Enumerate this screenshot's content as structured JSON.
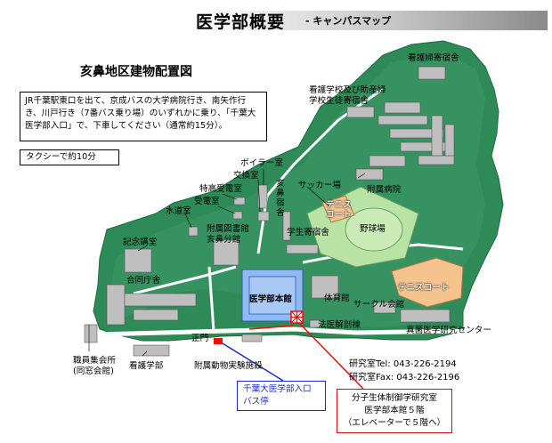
{
  "header": {
    "title": "医学部概要",
    "subtitle": "- キャンパスマップ"
  },
  "map": {
    "title": "亥鼻地区建物配置図",
    "access_text": "JR千葉駅東口を出て、京成バスの大学病院行き、南矢作行き、川戸行き（7番バス乗り場）のいずれかに乗り、「千葉大医学部入口」で、下車してください（通常約15分）。",
    "taxi_text": "タクシーで約10分",
    "colors": {
      "campus_fill": "#2e8b57",
      "field_fill": "#b9e3a5",
      "tennis_fill": "#f4c38e",
      "building_fill": "#bfbfbf",
      "highlight_fill": "#8fb9f0",
      "road": "#ffffff",
      "bus_stop": "#e81010",
      "lab_marker": "#e81010"
    },
    "labels": {
      "nursing_dorm": "看護婦寄宿舎",
      "nursing_school": "看護学校及び助産婦\n学校生徒寄宿舎",
      "boiler": "ボイラー室",
      "exchange": "交換室",
      "substation_special": "特高受電室",
      "substation": "受電室",
      "soccer": "サッカー場",
      "tennis1": "テニス\nコート",
      "hospital": "附属病院",
      "inohana_dorm": "亥\n鼻\n宿\n舎",
      "waterworks": "水道室",
      "library": "附属図書館\n亥鼻分館",
      "student_dorm": "学生寄宿舎",
      "baseball": "野球場",
      "memorial": "記念講堂",
      "joint_building": "合同庁舎",
      "med_main": "医学部本館",
      "gym": "体育館",
      "tennis2": "テニスコート",
      "circle": "サークル会館",
      "forensic": "法医解剖棟",
      "fungal": "真菌医学研究センター",
      "main_gate": "正門",
      "staff_hall": "職員集会所\n(同窓会館)",
      "nursing_faculty": "看護学部",
      "animal_facility": "附属動物実験施設"
    },
    "contact": {
      "tel": "研究室Tel:  043-226-2194",
      "fax": "研究室Fax:  043-226-2196"
    },
    "bus_stop_label": "千葉大医学部入口\nバス停",
    "lab_label": "分子生体制御学研究室\n医学部本館５階\n（エレベーターで５階へ）"
  }
}
